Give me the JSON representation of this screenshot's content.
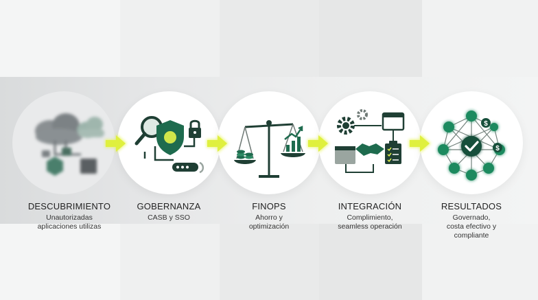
{
  "steps": [
    {
      "title": "DESCUBRIMIENTO",
      "subtitle_lines": [
        "Unautorizadas",
        "aplicaciones utilizas"
      ],
      "icon": "cloud-network-icon"
    },
    {
      "title": "GOBERNANZA",
      "subtitle_lines": [
        "CASB y SSO"
      ],
      "icon": "shield-lock-icon"
    },
    {
      "title": "FINOPS",
      "subtitle_lines": [
        "Ahorro y",
        "optimización"
      ],
      "icon": "balance-scale-icon"
    },
    {
      "title": "INTEGRACIÓN",
      "subtitle_lines": [
        "Complimiento,",
        "seamless operación"
      ],
      "icon": "gears-handshake-icon"
    },
    {
      "title": "RESULTADOS",
      "subtitle_lines": [
        "Governado,",
        "costa efectivo y",
        "compliante"
      ],
      "icon": "network-checkmark-icon"
    }
  ],
  "colors": {
    "accent_green": "#1e6b4e",
    "dark_green": "#174f3b",
    "arrow_yellow": "#e4f34a",
    "glow_green": "#3fe0a0"
  }
}
